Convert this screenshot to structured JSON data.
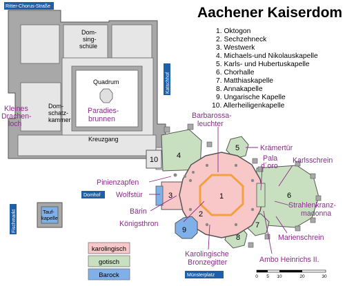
{
  "title": "Aachener Kaiserdom",
  "legend_list": [
    "1. Oktogon",
    "2. Sechzehneck",
    "3. Westwerk",
    "4. Michaels-und Nikolauskapelle",
    "5. Karls- und Hubertuskapelle",
    "6. Chorhalle",
    "7. Matthiaskapelle",
    "8. Annakapelle",
    "9. Ungarische Kapelle",
    "10. Allerheiligenkapelle"
  ],
  "streets": {
    "north": "Ritter-Chorus-Straße",
    "east": "Katschhof",
    "domhof": "Domhof",
    "west": "Fischmarkt",
    "south": "Münsterplatz"
  },
  "cloister_labels": {
    "domsingschule": [
      "Dom-",
      "sing-",
      "schüle"
    ],
    "quadrum": "Quadrum",
    "domschatzkammer": [
      "Dom-",
      "schatz-",
      "kammer"
    ],
    "kreuzgang": "Kreuzgang",
    "taufkapelle": [
      "Tauf-",
      "kapelle"
    ]
  },
  "purple_labels": {
    "kleines_drachenloch": [
      "Kleines",
      "Drachen-",
      "loch"
    ],
    "paradiesbrunnen": [
      "Paradies-",
      "brunnen"
    ],
    "barbarossaleuchter": [
      "Barbarossa-",
      "leuchter"
    ],
    "kraemertuer": "Krämertür",
    "pala_doro": [
      "Pala",
      "d´oro"
    ],
    "karlsschrein": "Karlsschrein",
    "pinienzapfen": "Pinienzapfen",
    "wolfstuer": "Wolfstür",
    "baerin": "Bärin",
    "koenigsthron": "Königsthron",
    "strahlenkranzmadonna": [
      "Strahlenkranz-",
      "madonna"
    ],
    "marienschrein": "Marienschrein",
    "karolingische_bronzegitter": [
      "Karolingische",
      "Bronzegitter"
    ],
    "ambo": "Ambo Heinrichs II."
  },
  "room_numbers": [
    "1",
    "2",
    "3",
    "4",
    "5",
    "6",
    "7",
    "8",
    "9",
    "10"
  ],
  "period_legend": [
    {
      "label": "karolingisch",
      "color": "#f8c8c8"
    },
    {
      "label": "gotisch",
      "color": "#c8e0c0"
    },
    {
      "label": "Barock",
      "color": "#80b0e8"
    }
  ],
  "scale_ticks": [
    "0",
    "5",
    "10",
    "20",
    "30"
  ],
  "colors": {
    "wall": "#a8a8a8",
    "cloister": "#e6e6e6",
    "carolingian": "#f8c8c8",
    "gothic": "#c8e0c0",
    "baroque": "#80b0e8",
    "octagon": "#f4a040",
    "label_purple": "#8b2d8b",
    "street_blue": "#1f5fa8"
  }
}
